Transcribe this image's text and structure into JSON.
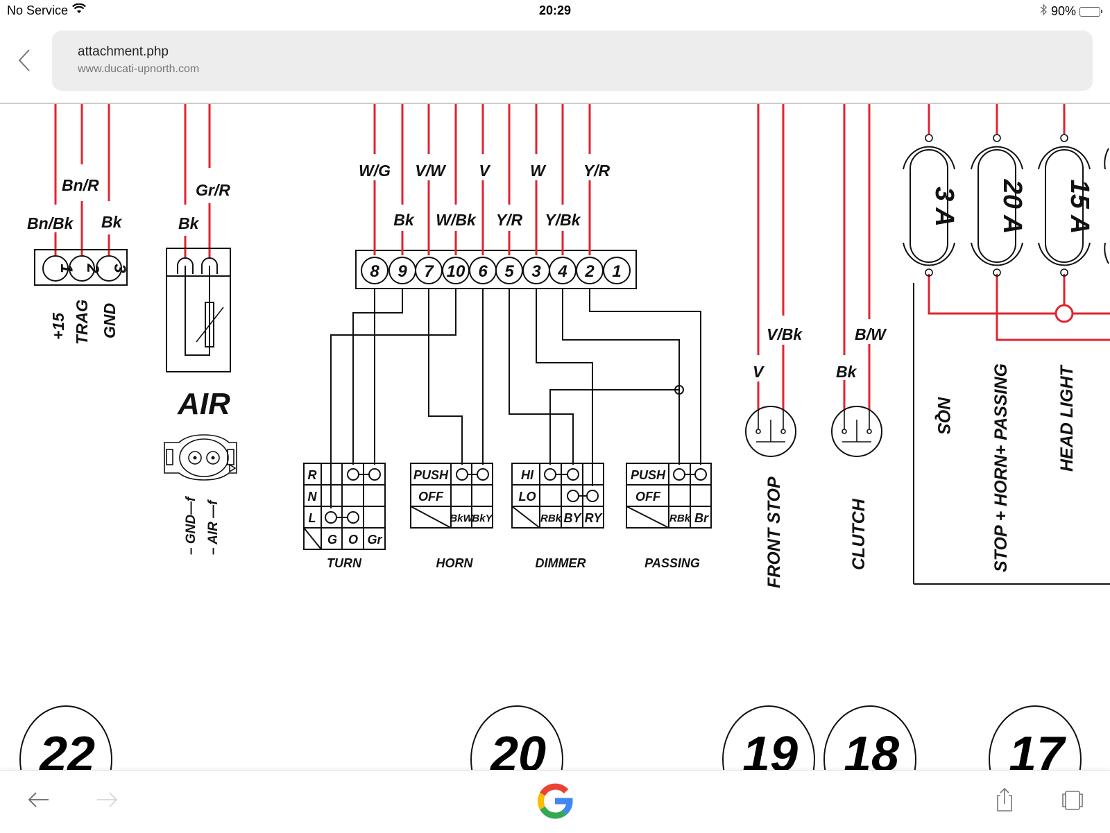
{
  "status_bar": {
    "carrier": "No Service",
    "wifi_icon": "wifi-icon",
    "time": "20:29",
    "bluetooth_icon": "bluetooth-icon",
    "battery_percent": "90%",
    "battery_level": 0.9
  },
  "browser": {
    "back_icon": "chevron-left-icon",
    "page_title": "attachment.php",
    "domain": "www.ducati-upnorth.com"
  },
  "diagram": {
    "connector_22": {
      "wires": [
        "Bn/Bk",
        "Bn/R",
        "Bk"
      ],
      "pins": [
        "1",
        "2",
        "3"
      ],
      "pin_labels": [
        "+15",
        "TRAG",
        "GND"
      ],
      "callout": "22"
    },
    "air_sensor": {
      "wires": [
        "Bk",
        "Gr/R"
      ],
      "title": "AIR",
      "pin_labels": [
        "– GND—f",
        "– AIR —f"
      ]
    },
    "switch_connector": {
      "upper_wires": [
        "W/G",
        "V/W",
        "V",
        "W",
        "Y/R"
      ],
      "lower_wires": [
        "Bk",
        "W/Bk",
        "Y/R",
        "Y/Bk"
      ],
      "pins": [
        "8",
        "9",
        "7",
        "10",
        "6",
        "5",
        "3",
        "4",
        "2",
        "1"
      ],
      "callout": "20"
    },
    "switches": {
      "turn": {
        "title": "TURN",
        "rows": [
          "R",
          "N",
          "L"
        ],
        "columns": [
          "G",
          "O",
          "Gr"
        ]
      },
      "horn": {
        "title": "HORN",
        "rows": [
          "PUSH",
          "OFF"
        ],
        "columns": [
          "BkW",
          "BkY"
        ]
      },
      "dimmer": {
        "title": "DIMMER",
        "rows": [
          "HI",
          "LO"
        ],
        "columns": [
          "RBk",
          "BY",
          "RY"
        ]
      },
      "passing": {
        "title": "PASSING",
        "rows": [
          "PUSH",
          "OFF"
        ],
        "columns": [
          "RBk",
          "Br"
        ]
      }
    },
    "front_stop": {
      "wires": [
        "V",
        "V/Bk"
      ],
      "title": "FRONT STOP",
      "callout": "19"
    },
    "clutch": {
      "wires": [
        "Bk",
        "B/W"
      ],
      "title": "CLUTCH",
      "callout": "18"
    },
    "fuses": {
      "ratings": [
        "3 A",
        "20 A",
        "15 A"
      ],
      "labels": [
        "NQS",
        "STOP + HORN+ PASSING",
        "HEAD LIGHT"
      ],
      "callout": "17"
    }
  },
  "toolbar": {
    "back_icon": "arrow-left-icon",
    "forward_icon": "arrow-right-icon",
    "home_icon": "google-logo-icon",
    "share_icon": "share-icon",
    "tabs_icon": "tabs-icon"
  },
  "colors": {
    "wire_red": "#e0242f",
    "google_red": "#ea4335",
    "google_yellow": "#fbbc05",
    "google_green": "#34a853",
    "google_blue": "#4285f4"
  }
}
